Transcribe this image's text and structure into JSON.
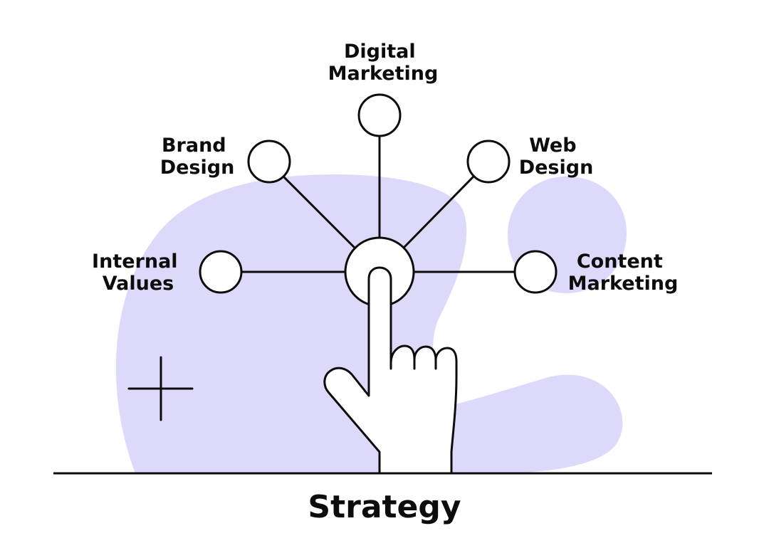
{
  "diagram": {
    "title": "Strategy",
    "branches": [
      {
        "id": "internal-values",
        "lines": [
          "Internal",
          "Values"
        ]
      },
      {
        "id": "brand-design",
        "lines": [
          "Brand",
          "Design"
        ]
      },
      {
        "id": "digital-marketing",
        "lines": [
          "Digital",
          "Marketing"
        ]
      },
      {
        "id": "web-design",
        "lines": [
          "Web",
          "Design"
        ]
      },
      {
        "id": "content-marketing",
        "lines": [
          "Content",
          "Marketing"
        ]
      }
    ]
  },
  "colors": {
    "blob": "#ddd9fb",
    "ink": "#0c0c0c",
    "background": "#ffffff"
  },
  "icons": [
    "pointing-hand-icon",
    "plus-sparkle-icon"
  ]
}
